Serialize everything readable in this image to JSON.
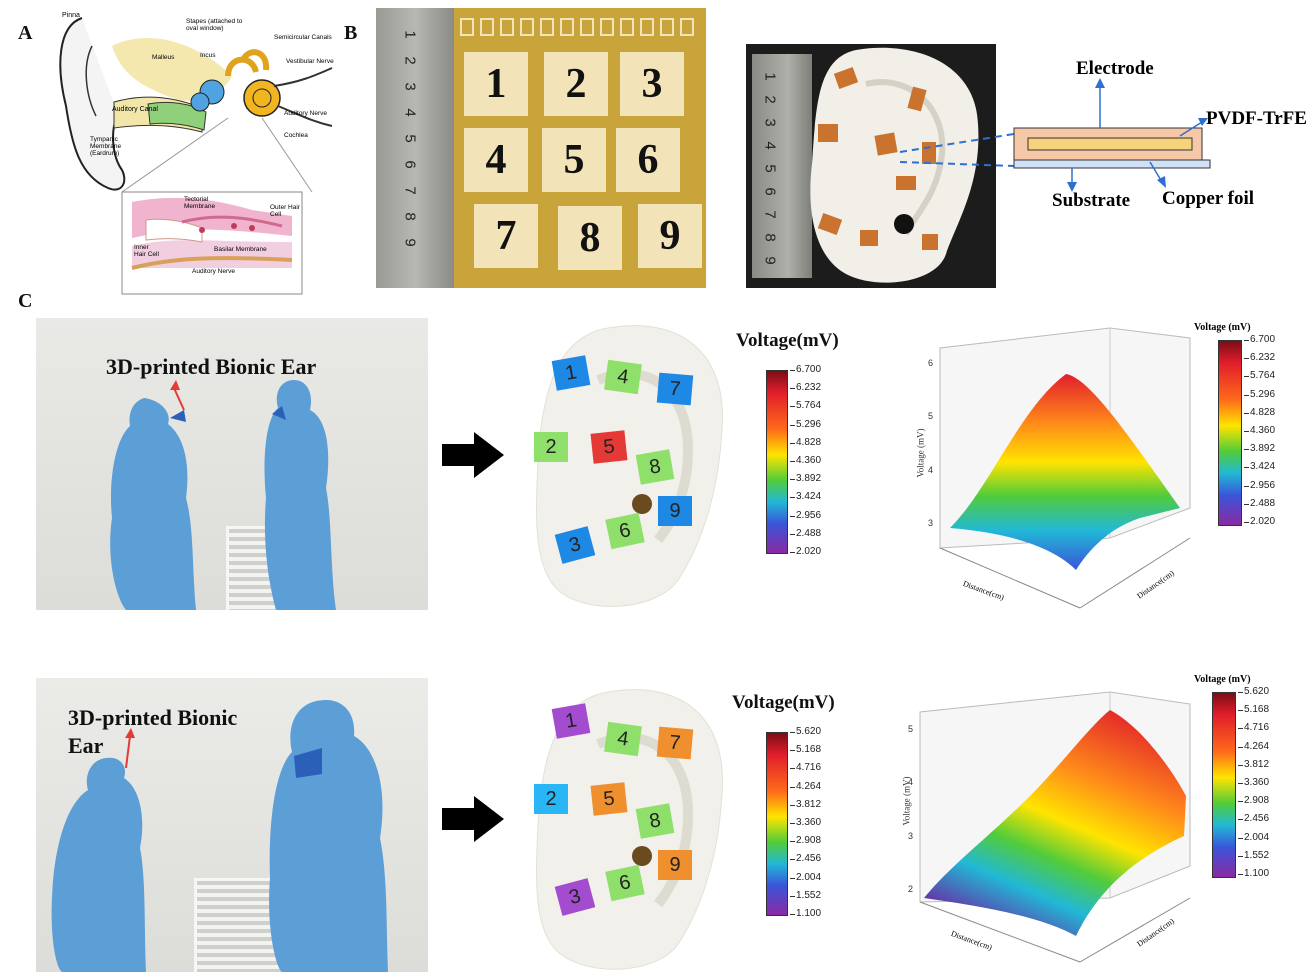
{
  "panels": {
    "a": "A",
    "b": "B",
    "c": "C"
  },
  "anatomy": {
    "labels": [
      "Pinna",
      "Stapes (attached to oval window)",
      "Semicircular Canals",
      "Malleus",
      "Incus",
      "Vestibular Nerve",
      "Auditory Canal",
      "Auditory Nerve",
      "Cochlea",
      "Tympanic Membrane (Eardrum)",
      "Tectorial Membrane",
      "Outer Hair Cell",
      "Inner Hair Cell",
      "Basilar Membrane",
      "Auditory Nerve"
    ]
  },
  "sensor_array": {
    "cells": [
      "1",
      "2",
      "3",
      "4",
      "5",
      "6",
      "7",
      "8",
      "9"
    ],
    "ruler_marks": [
      "1",
      "2",
      "3",
      "4",
      "5",
      "6",
      "7",
      "8",
      "9"
    ]
  },
  "structure": {
    "electrode": "Electrode",
    "pvdf": "PVDF-TrFE",
    "substrate": "Substrate",
    "copper": "Copper foil"
  },
  "rows": [
    {
      "photo_label": "3D-printed Bionic Ear",
      "colorbar_title": "Voltage(mV)",
      "ticks": [
        "6.700",
        "6.232",
        "5.764",
        "5.296",
        "4.828",
        "4.360",
        "3.892",
        "3.424",
        "2.956",
        "2.488",
        "2.020"
      ],
      "markers": [
        {
          "id": "1",
          "color": "#1e88e5"
        },
        {
          "id": "2",
          "color": "#8ee06a"
        },
        {
          "id": "3",
          "color": "#1e88e5"
        },
        {
          "id": "4",
          "color": "#8ee06a"
        },
        {
          "id": "5",
          "color": "#e53935"
        },
        {
          "id": "6",
          "color": "#8ee06a"
        },
        {
          "id": "7",
          "color": "#1e88e5"
        },
        {
          "id": "8",
          "color": "#8ee06a"
        },
        {
          "id": "9",
          "color": "#1e88e5"
        }
      ],
      "plot": {
        "legend_title": "Voltage (mV)",
        "ylabel": "Voltage (mV)",
        "xlabel": "Distance(cm)",
        "zlabel": "Distance(cm)",
        "yticks": [
          "3",
          "4",
          "5",
          "6"
        ]
      }
    },
    {
      "photo_label": "3D-printed Bionic Ear",
      "colorbar_title": "Voltage(mV)",
      "ticks": [
        "5.620",
        "5.168",
        "4.716",
        "4.264",
        "3.812",
        "3.360",
        "2.908",
        "2.456",
        "2.004",
        "1.552",
        "1.100"
      ],
      "markers": [
        {
          "id": "1",
          "color": "#a44ccf"
        },
        {
          "id": "2",
          "color": "#29b6f6"
        },
        {
          "id": "3",
          "color": "#a44ccf"
        },
        {
          "id": "4",
          "color": "#8ee06a"
        },
        {
          "id": "5",
          "color": "#ef8f2e"
        },
        {
          "id": "6",
          "color": "#8ee06a"
        },
        {
          "id": "7",
          "color": "#ef8f2e"
        },
        {
          "id": "8",
          "color": "#8ee06a"
        },
        {
          "id": "9",
          "color": "#ef8f2e"
        }
      ],
      "plot": {
        "legend_title": "Voltage (mV)",
        "ylabel": "Voltage (mV)",
        "xlabel": "Distance(cm)",
        "zlabel": "Distance(cm)",
        "yticks": [
          "2",
          "3",
          "4",
          "5"
        ]
      }
    }
  ],
  "colors": {
    "copper": "#c9732f",
    "yellow_pad": "#f3e3b8",
    "board": "#c9a43a",
    "suit": "#5c9ed6",
    "wall": "#e6e6e3"
  }
}
